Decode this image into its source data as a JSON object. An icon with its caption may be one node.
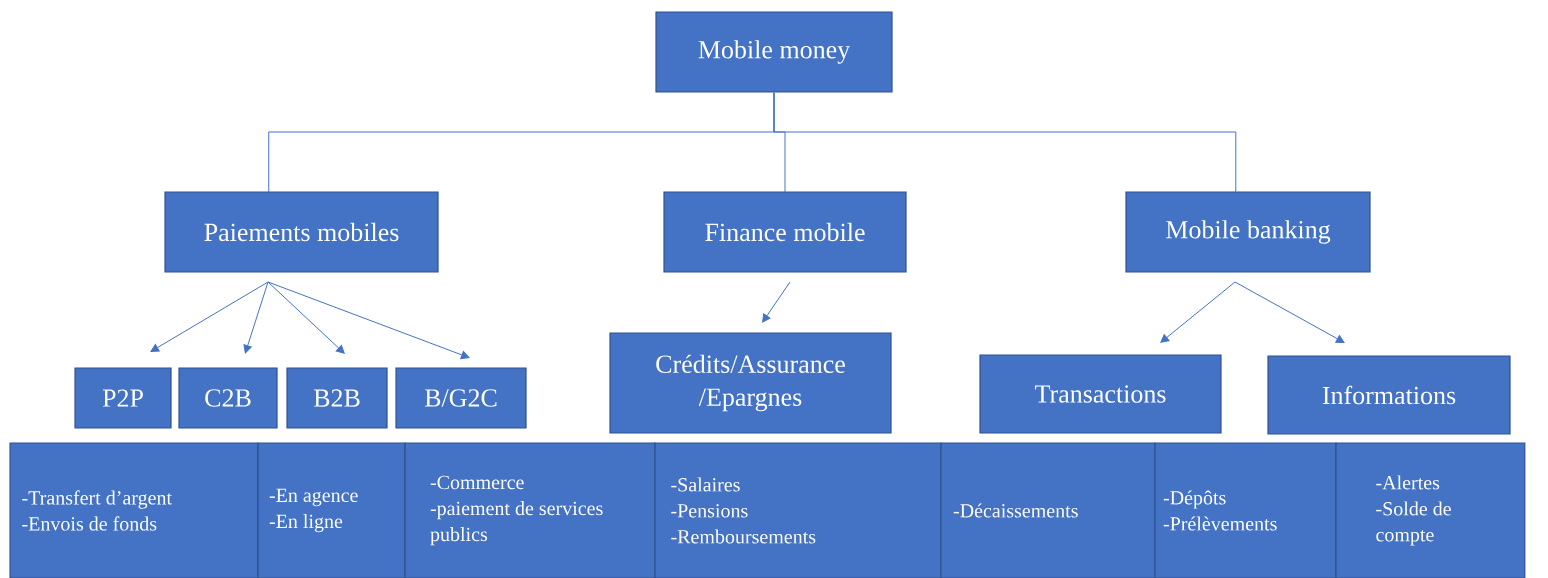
{
  "diagram": {
    "nodes": [
      {
        "text": [
          "Mobile money"
        ]
      },
      {
        "text": [
          "Paiements mobiles"
        ]
      },
      {
        "text": [
          "Finance mobile"
        ]
      },
      {
        "text": [
          "Mobile banking"
        ]
      },
      {
        "text": [
          "P2P"
        ]
      },
      {
        "text": [
          "C2B"
        ]
      },
      {
        "text": [
          "B2B"
        ]
      },
      {
        "text": [
          "B/G2C"
        ]
      },
      {
        "text": [
          "Crédits/Assurance /Epargnes"
        ]
      },
      {
        "text": [
          "Transactions"
        ]
      },
      {
        "text": [
          "Informations"
        ]
      },
      {
        "text": [
          "-Transfert d’argent",
          "-Envois de fonds"
        ]
      },
      {
        "text": [
          "-En agence",
          "-En ligne"
        ]
      },
      {
        "text": [
          "-Commerce",
          "-paiement de services publics"
        ]
      },
      {
        "text": [
          "-Salaires",
          "-Pensions",
          "-Remboursements"
        ]
      },
      {
        "text": [
          "-Décaissements"
        ]
      },
      {
        "text": [
          "-Dépôts",
          "-Prélèvements"
        ]
      },
      {
        "text": [
          "-Alertes",
          "-Solde de compte"
        ]
      }
    ],
    "edges": [
      {
        "from": 0,
        "to": 1,
        "arrow": "none"
      },
      {
        "from": 0,
        "to": 2,
        "arrow": "none"
      },
      {
        "from": 0,
        "to": 3,
        "arrow": "none"
      },
      {
        "from": 1,
        "to": 4,
        "arrow": "to"
      },
      {
        "from": 1,
        "to": 5,
        "arrow": "to"
      },
      {
        "from": 1,
        "to": 6,
        "arrow": "to"
      },
      {
        "from": 1,
        "to": 7,
        "arrow": "to"
      },
      {
        "from": 2,
        "to": 8,
        "arrow": "to"
      },
      {
        "from": 3,
        "to": 9,
        "arrow": "to"
      },
      {
        "from": 3,
        "to": 10,
        "arrow": "to"
      }
    ]
  }
}
